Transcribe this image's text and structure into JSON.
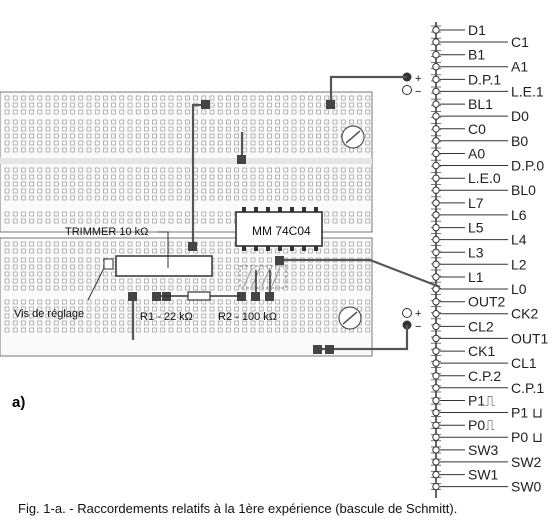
{
  "figure_label": "a)",
  "caption": "Fig. 1-a. - Raccordements relatifs à la 1ère expérience (bascule de Schmitt).",
  "trimmer_label": "TRIMMER 10 kΩ",
  "screw_label": "Vis de réglage",
  "r1_label": "R1 - 22 kΩ",
  "r2_label": "R2 - 100 kΩ",
  "chip_label": "MM 74C04",
  "plus_sign": "+",
  "minus_sign": "−",
  "pins_left": [
    "D1",
    "B1",
    "D.P.1",
    "BL1",
    "C0",
    "A0",
    "L.E.0",
    "L7",
    "L5",
    "L3",
    "L1",
    "OUT2",
    "CL2",
    "CK1",
    "C.P.2",
    "P1⎍",
    "P0⎍",
    "SW3",
    "SW1"
  ],
  "pins_right": [
    "C1",
    "A1",
    "L.E.1",
    "D0",
    "B0",
    "D.P.0",
    "BL0",
    "L6",
    "L4",
    "L2",
    "L0",
    "CK2",
    "OUT1",
    "CL1",
    "C.P.1",
    "P1 ⊔",
    "P0 ⊔",
    "SW2",
    "SW0"
  ]
}
